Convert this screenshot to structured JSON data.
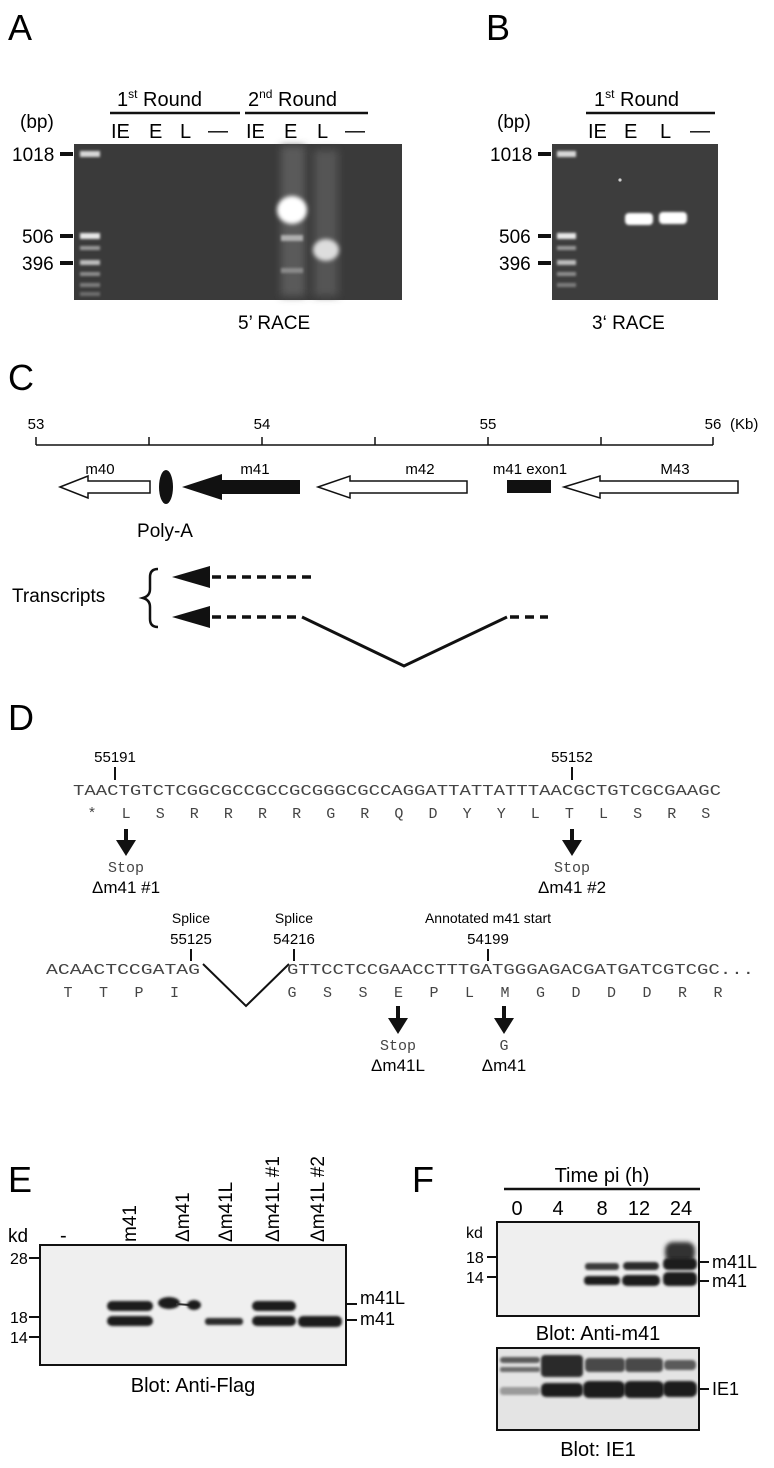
{
  "panels": {
    "A": {
      "letter": "A",
      "bp_unit": "(bp)",
      "markers": [
        "1018",
        "506",
        "396"
      ],
      "round1": "1",
      "round1_sup": "st",
      "round2": "2",
      "round2_sup": "nd",
      "round_word": " Round",
      "lanes": [
        "IE",
        "E",
        "L",
        "—",
        "IE",
        "E",
        "L",
        "—"
      ],
      "caption": "5’ RACE"
    },
    "B": {
      "letter": "B",
      "bp_unit": "(bp)",
      "markers": [
        "1018",
        "506",
        "396"
      ],
      "round1": "1",
      "round1_sup": "st",
      "round_word": " Round",
      "lanes": [
        "IE",
        "E",
        "L",
        "—"
      ],
      "caption": "3‘ RACE"
    },
    "C": {
      "letter": "C",
      "scale_ticks": [
        "53",
        "54",
        "55",
        "56"
      ],
      "scale_unit": "(Kb)",
      "genes": [
        "m40",
        "m41",
        "m42",
        "m41 exon1",
        "M43"
      ],
      "polya": "Poly-A",
      "transcripts": "Transcripts"
    },
    "D": {
      "letter": "D",
      "pos1": "55191",
      "pos2": "55152",
      "seq1": "TAACTGTCTCGGCGCCGCCGCGGGCGCCAGGATTATTATTTAACGCTGTCGCGAAGC",
      "aa1": [
        "*",
        "L",
        "S",
        "R",
        "R",
        "R",
        "R",
        "G",
        "R",
        "Q",
        "D",
        "Y",
        "Y",
        "L",
        "T",
        "L",
        "S",
        "R",
        "S"
      ],
      "stop1": "Stop",
      "mut1": "Δm41 #1",
      "stop2": "Stop",
      "mut2": "Δm41 #2",
      "splice1_label": "Splice",
      "splice1_pos": "55125",
      "splice2_label": "Splice",
      "splice2_pos": "54216",
      "annot_label": "Annotated m41 start",
      "annot_pos": "54199",
      "seq2a": "ACAACTCCGATAG",
      "seq2b": "GTTCCTCCGAACCTTTGATGGGAGACGATGATCGTCGC...",
      "aa2a": [
        "T",
        "T",
        "P",
        "I"
      ],
      "aa2b": [
        "G",
        "S",
        "S",
        "E",
        "P",
        "L",
        "M",
        "G",
        "D",
        "D",
        "D",
        "R",
        "R"
      ],
      "stop3": "Stop",
      "mut3": "Δm41L",
      "sub4": "G",
      "mut4": "Δm41"
    },
    "E": {
      "letter": "E",
      "kd": "kd",
      "markers": [
        "28",
        "18",
        "14"
      ],
      "lanes": [
        "-",
        "m41",
        "Δm41",
        "Δm41L",
        "Δm41L #1",
        "Δm41L #2"
      ],
      "band_labels": [
        "m41L",
        "m41"
      ],
      "caption": "Blot: Anti-Flag"
    },
    "F": {
      "letter": "F",
      "time_label": "Time pi (h)",
      "kd": "kd",
      "times": [
        "0",
        "4",
        "8",
        "12",
        "24"
      ],
      "markers": [
        "18",
        "14"
      ],
      "band_labels": [
        "m41L",
        "m41"
      ],
      "caption1": "Blot: Anti-m41",
      "ie1_label": "IE1",
      "caption2": "Blot: IE1"
    }
  },
  "colors": {
    "gel_bg": "#3a3a3a",
    "blot_bg": "#efefef",
    "band": "#1c1c1c",
    "ink": "#111111"
  }
}
